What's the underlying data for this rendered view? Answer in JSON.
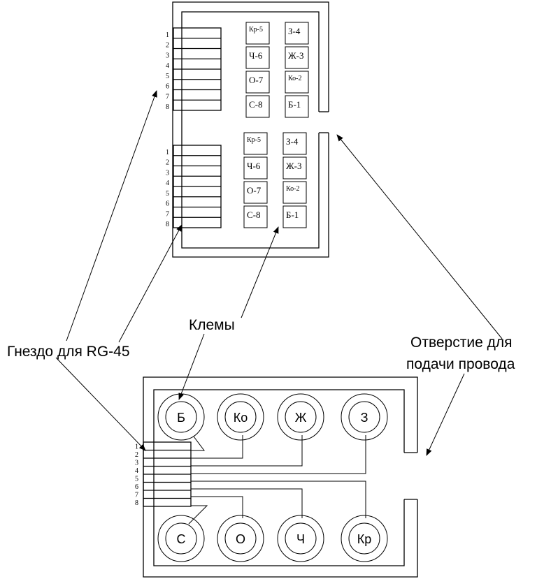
{
  "pin_numbers": [
    "1",
    "2",
    "3",
    "4",
    "5",
    "6",
    "7",
    "8"
  ],
  "top_terminals": {
    "upper_block": [
      {
        "label": "Кр-5",
        "small": true
      },
      {
        "label": "З-4",
        "small": false
      },
      {
        "label": "Ч-6",
        "small": false
      },
      {
        "label": "Ж-3",
        "small": false
      },
      {
        "label": "О-7",
        "small": false
      },
      {
        "label": "Ко-2",
        "small": true
      },
      {
        "label": "С-8",
        "small": false
      },
      {
        "label": "Б-1",
        "small": false
      }
    ],
    "lower_block": [
      {
        "label": "Кр-5",
        "small": true
      },
      {
        "label": "З-4",
        "small": false
      },
      {
        "label": "Ч-6",
        "small": false
      },
      {
        "label": "Ж-3",
        "small": false
      },
      {
        "label": "О-7",
        "small": false
      },
      {
        "label": "Ко-2",
        "small": true
      },
      {
        "label": "С-8",
        "small": false
      },
      {
        "label": "Б-1",
        "small": false
      }
    ]
  },
  "bottom_terminals": {
    "top_row": [
      "Б",
      "Ко",
      "Ж",
      "З"
    ],
    "bottom_row": [
      "С",
      "О",
      "Ч",
      "Кр"
    ]
  },
  "callouts": {
    "klemy": "Клемы",
    "socket": "Гнездо для RG-45",
    "hole_line1": "Отверстие для",
    "hole_line2": "подачи провода"
  }
}
